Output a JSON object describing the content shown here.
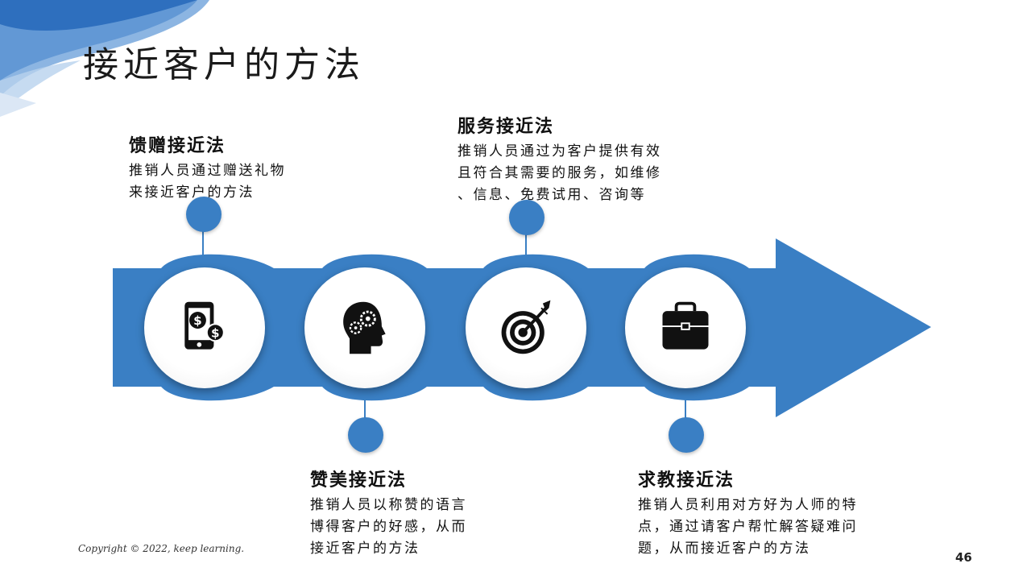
{
  "title": "接近客户的方法",
  "steps": [
    {
      "title": "馈赠接近法",
      "body": "推销人员通过赠送礼物\n来接近客户的方法",
      "icon": "money-phone-icon"
    },
    {
      "title": "赞美接近法",
      "body": "推销人员以称赞的语言\n博得客户的好感，从而\n接近客户的方法",
      "icon": "head-gears-icon"
    },
    {
      "title": "服务接近法",
      "body": "推销人员通过为客户提供有效\n且符合其需要的服务，如维修\n、信息、免费试用、咨询等",
      "icon": "target-icon"
    },
    {
      "title": "求教接近法",
      "body": "推销人员利用对方好为人师的特\n点，通过请客户帮忙解答疑难问\n题，从而接近客户的方法",
      "icon": "briefcase-icon"
    }
  ],
  "footer": {
    "copyright": "Copyright © 2022, keep learning.",
    "page_number": "46"
  },
  "colors": {
    "accent": "#3a7fc4",
    "dark_blue": "#2a6db5"
  }
}
